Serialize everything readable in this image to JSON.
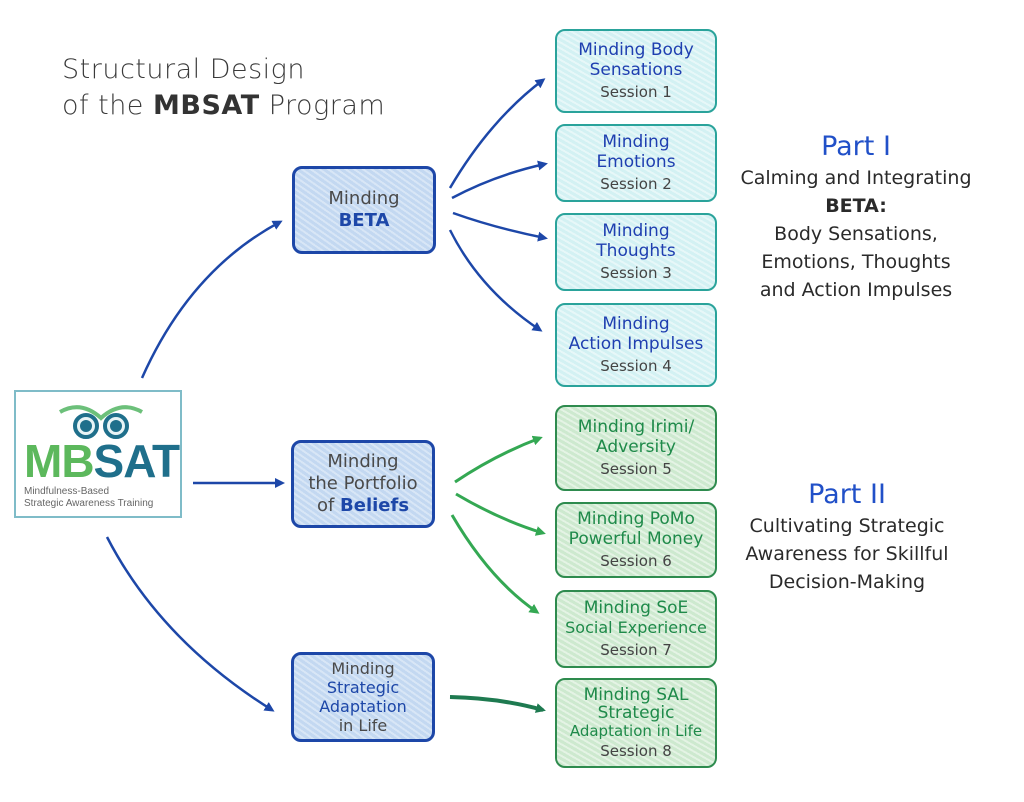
{
  "title": {
    "line1": "Structural Design",
    "line2_prefix": "of the",
    "line2_bold": "MBSAT",
    "line2_suffix": "Program"
  },
  "logo": {
    "mb": "MB",
    "sat": "SAT",
    "sub1": "Mindfulness-Based",
    "sub2": "Strategic Awareness Training",
    "icon": "owl-globes-icon"
  },
  "hubs": [
    {
      "line1": "Minding",
      "line2": "BETA"
    },
    {
      "line1": "Minding",
      "line2": "the Portfolio",
      "line3_prefix": "of",
      "line3_bold": "Beliefs"
    },
    {
      "line1": "Minding",
      "line2": "Strategic",
      "line3": "Adaptation",
      "line4": "in Life"
    }
  ],
  "sessions": [
    {
      "title1": "Minding Body",
      "title2": "Sensations",
      "session": "Session 1"
    },
    {
      "title1": "Minding",
      "title2": "Emotions",
      "session": "Session 2"
    },
    {
      "title1": "Minding",
      "title2": "Thoughts",
      "session": "Session 3"
    },
    {
      "title1": "Minding",
      "title2": "Action Impulses",
      "session": "Session 4"
    },
    {
      "title1": "Minding Irimi/",
      "title2": "Adversity",
      "session": "Session 5"
    },
    {
      "title1": "Minding PoMo",
      "title2": "Powerful Money",
      "session": "Session 6"
    },
    {
      "title1": "Minding SoE",
      "title2": "Social Experience",
      "session": "Session 7"
    },
    {
      "title1": "Minding SAL",
      "title2": "Strategic",
      "title3": "Adaptation in Life",
      "session": "Session 8"
    }
  ],
  "parts": [
    {
      "heading": "Part I",
      "line1": "Calming and Integrating",
      "bold": "BETA:",
      "line2": "Body Sensations,",
      "line3": "Emotions, Thoughts",
      "line4": "and Action Impulses"
    },
    {
      "heading": "Part II",
      "line1": "Cultivating Strategic",
      "line2": "Awareness for Skillful",
      "line3": "Decision-Making"
    }
  ],
  "colors": {
    "blue_ink": "#1d47a8",
    "green_ink": "#2e8b4e",
    "teal_border": "#2aa39b",
    "hub_fill": "#c3d8f1",
    "part1_fill": "#d3f1f3",
    "part2_fill": "#cde9cf"
  }
}
